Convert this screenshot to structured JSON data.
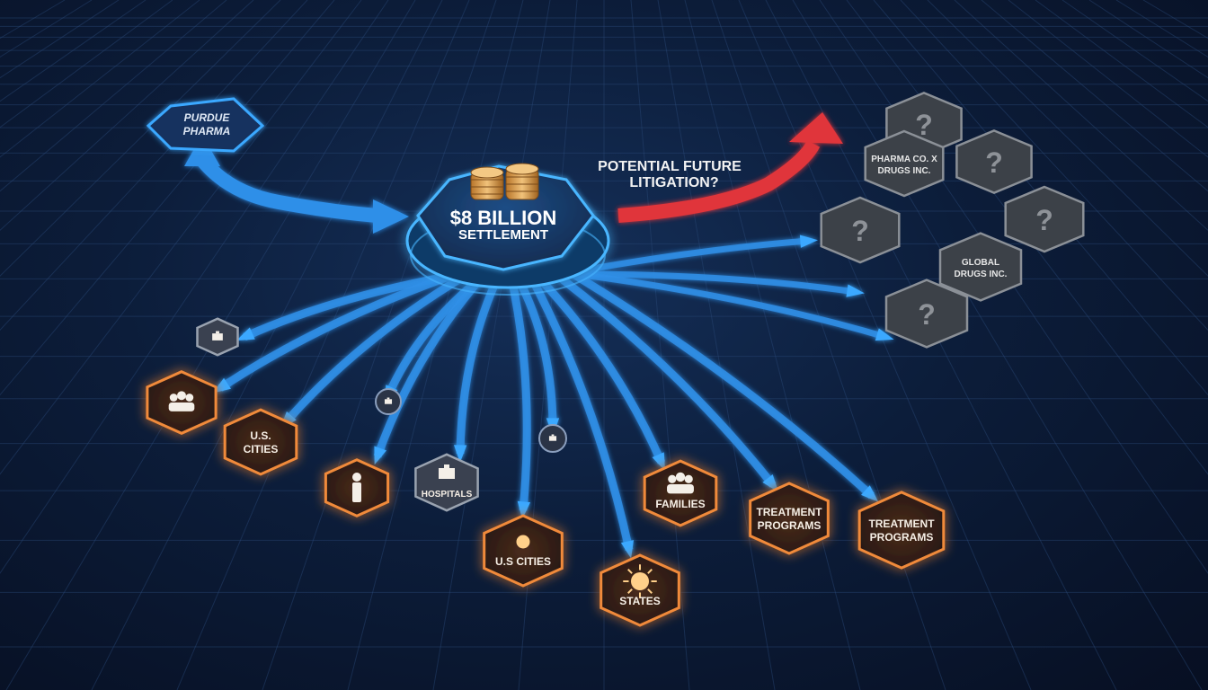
{
  "center": {
    "title": "$8 BILLION",
    "subtitle": "SETTLEMENT"
  },
  "source": {
    "line1": "PURDUE",
    "line2": "PHARMA"
  },
  "future": {
    "line1": "POTENTIAL FUTURE",
    "line2": "LITIGATION?"
  },
  "unknown_companies": [
    {
      "line1": "?",
      "line2": ""
    },
    {
      "line1": "PHARMA CO. X",
      "line2": "DRUGS INC."
    },
    {
      "line1": "?",
      "line2": ""
    },
    {
      "line1": "?",
      "line2": ""
    },
    {
      "line1": "?",
      "line2": ""
    },
    {
      "line1": "GLOBAL",
      "line2": "DRUGS INC."
    },
    {
      "line1": "?",
      "line2": ""
    }
  ],
  "recipients": [
    {
      "label": "",
      "icon": "hands-icon",
      "style": "gray"
    },
    {
      "label": "",
      "icon": "people-icon",
      "style": "orange"
    },
    {
      "label": "U.S. CITIES",
      "icon": "",
      "style": "orange"
    },
    {
      "label": "",
      "icon": "building-icon",
      "style": "dot"
    },
    {
      "label": "",
      "icon": "person-icon",
      "style": "orange"
    },
    {
      "label": "HOSPITALS",
      "icon": "hospital-icon",
      "style": "gray"
    },
    {
      "label": "",
      "icon": "building-icon",
      "style": "dot"
    },
    {
      "label": "U.S CITIES",
      "icon": "lightbulb-icon",
      "style": "orange"
    },
    {
      "label": "STATES",
      "icon": "sun-icon",
      "style": "orange"
    },
    {
      "label": "FAMILIES",
      "icon": "family-icon",
      "style": "orange"
    },
    {
      "label": "TREATMENT PROGRAMS",
      "icon": "",
      "style": "orange"
    },
    {
      "label": "TREATMENT PROGRAMS",
      "icon": "",
      "style": "orange"
    }
  ],
  "colors": {
    "flow_arrow": "#2f8fe8",
    "flow_arrow_glow": "#3aa8ff",
    "litigation_arrow": "#e0353a",
    "recipient_border": "#f08a3a",
    "recipient_fill": "#3a2418",
    "unknown_fill": "#3c4148",
    "center_fill": "#173a66",
    "center_border": "#48b6ff"
  }
}
